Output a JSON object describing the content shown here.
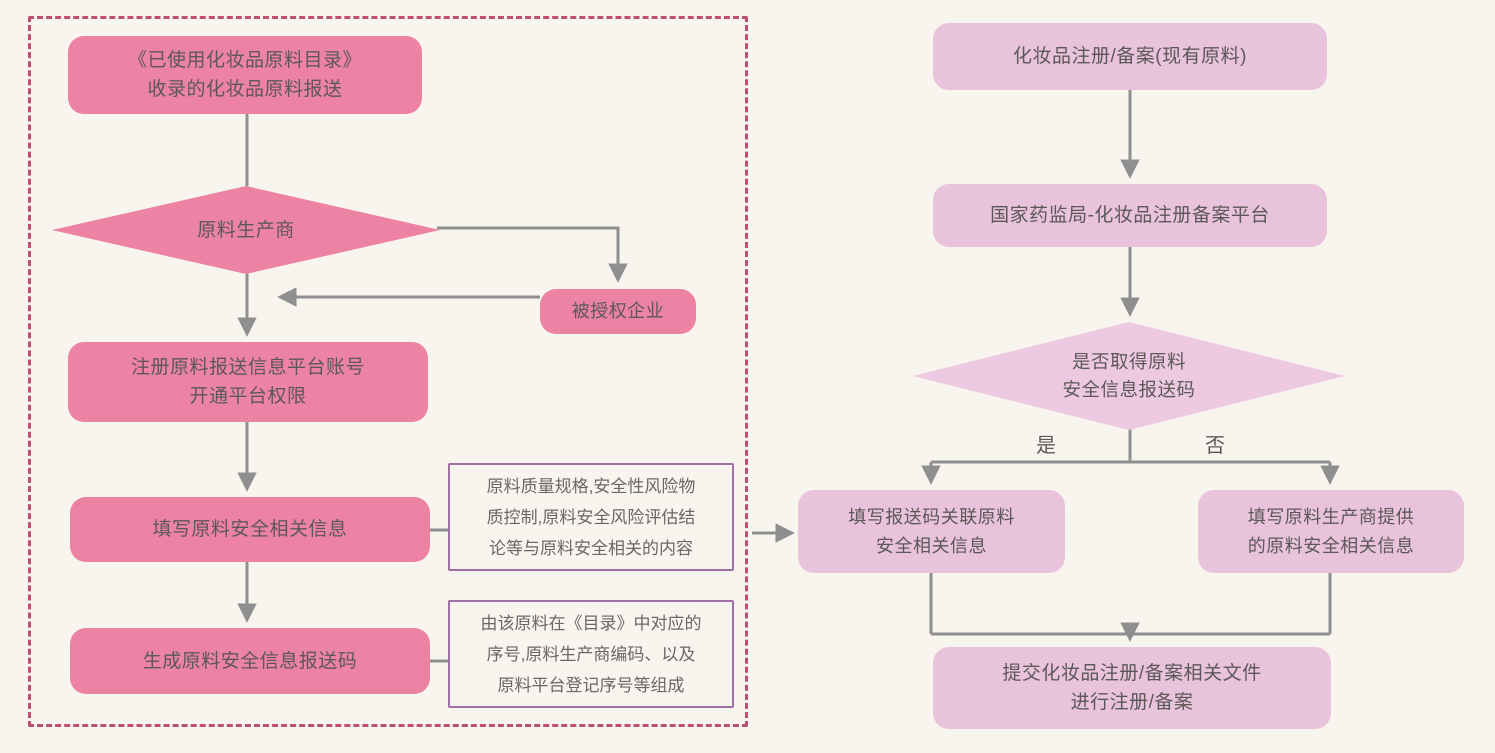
{
  "page": {
    "background_color": "#f8f5ee",
    "connector_color": "#8f8f8f",
    "frame_dash_color": "#c24d74",
    "dark_node_color": "#ec82a4",
    "light_node_color": "#e8c3db",
    "light_diamond_color": "#edc9e1",
    "annotation_border_color": "#a06fa3",
    "text_color": "#5c5859"
  },
  "left_flow": {
    "nodes": {
      "catalog": "《已使用化妆品原料目录》\n收录的化妆品原料报送",
      "producer": "原料生产商",
      "authorized": "被授权企业",
      "register": "注册原料报送信息平台账号\n开通平台权限",
      "fill_info": "填写原料安全相关信息",
      "generate_code": "生成原料安全信息报送码"
    },
    "annotations": {
      "safety_note": "原料质量规格,安全性风险物\n质控制,原料安全风险评估结\n论等与原料安全相关的内容",
      "code_note": "由该原料在《目录》中对应的\n序号,原料生产商编码、以及\n原料平台登记序号等组成"
    }
  },
  "right_flow": {
    "nodes": {
      "registration": "化妆品注册/备案(现有原料)",
      "platform": "国家药监局-化妆品注册备案平台",
      "decision": "是否取得原料\n安全信息报送码",
      "with_code": "填写报送码关联原料\n安全相关信息",
      "without_code": "填写原料生产商提供\n的原料安全相关信息",
      "submit": "提交化妆品注册/备案相关文件\n进行注册/备案"
    },
    "branch_labels": {
      "yes": "是",
      "no": "否"
    }
  }
}
